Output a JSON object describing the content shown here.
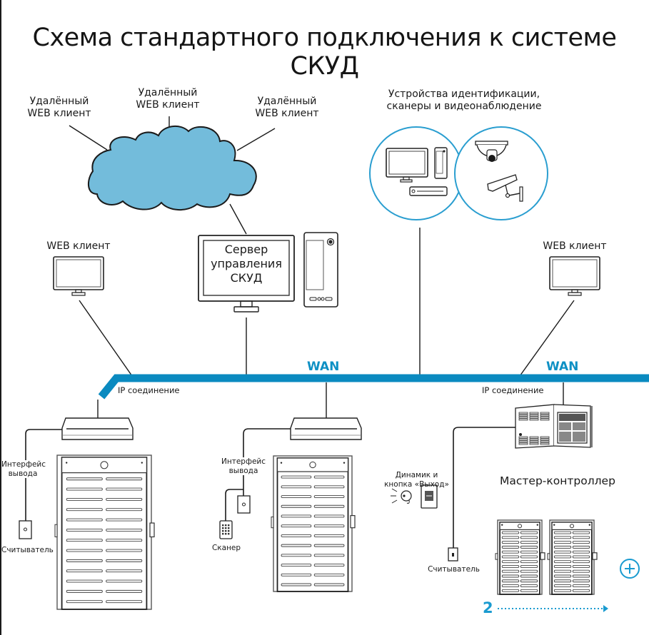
{
  "title": "Схема стандартного подключения к системе СКУД",
  "colors": {
    "wan": "#0a8ac0",
    "cloud_fill": "#73bcdb",
    "circle_stroke": "#2a9ed0",
    "line": "#1a1a1a",
    "accent_text": "#1a9bd0"
  },
  "cloud": {
    "clients": [
      {
        "line1": "Удалённый",
        "line2": "WEB клиент"
      },
      {
        "line1": "Удалённый",
        "line2": "WEB клиент"
      },
      {
        "line1": "Удалённый",
        "line2": "WEB клиент"
      }
    ],
    "icon": "cloud-icon"
  },
  "devices": {
    "line1": "Устройства идентификации,",
    "line2": "сканеры и видеонаблюдение",
    "icons": [
      "monitor-icon",
      "pc-tower-icon",
      "dvr-icon",
      "dome-camera-icon",
      "bullet-camera-icon"
    ]
  },
  "server": {
    "line1": "Сервер",
    "line2": "управления",
    "line3": "СКУД"
  },
  "web_client_left": "WEB клиент",
  "web_client_right": "WEB клиент",
  "wan_labels": [
    "WAN",
    "WAN"
  ],
  "ip_labels": [
    "IP соединение",
    "IP соединение"
  ],
  "segment1": {
    "interface_line1": "Интерфейс",
    "interface_line2": "вывода",
    "reader": "Считыватель"
  },
  "segment2": {
    "interface_line1": "Интерфейс",
    "interface_line2": "вывода",
    "scanner": "Сканер"
  },
  "segment3": {
    "speaker_line1": "Динамик и",
    "speaker_line2": "кнопка «Выход»",
    "reader": "Считыватель",
    "controller": "Мастер-контроллер",
    "count": "2",
    "plus_icon": "plus-circle-icon"
  }
}
